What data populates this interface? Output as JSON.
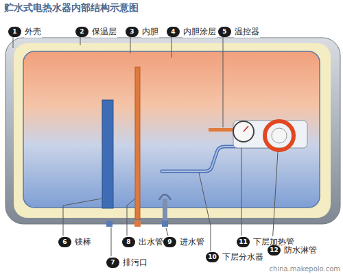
{
  "diagram": {
    "title": "贮水式电热水器内部结构示意图",
    "nodes": [
      {
        "text": [
          "1",
          "外壳"
        ]
      },
      {
        "text": [
          "2",
          "保温层"
        ]
      },
      {
        "text": [
          "3",
          "内胆"
        ]
      },
      {
        "text": [
          "4",
          "内胆涂层"
        ]
      },
      {
        "text": [
          "5",
          "温控器"
        ]
      },
      {
        "text": [
          "6",
          "镁棒"
        ]
      },
      {
        "text": [
          "7",
          "排污口"
        ]
      },
      {
        "text": [
          "8",
          "出水管"
        ]
      },
      {
        "text": [
          "9",
          "进水管"
        ]
      },
      {
        "text": [
          "10",
          "下层分水器"
        ]
      },
      {
        "text": [
          "11",
          "下层加热管"
        ]
      },
      {
        "text": [
          "12",
          "防水淋管"
        ]
      }
    ],
    "labels": [
      "china.makepolo.com"
    ]
  }
}
